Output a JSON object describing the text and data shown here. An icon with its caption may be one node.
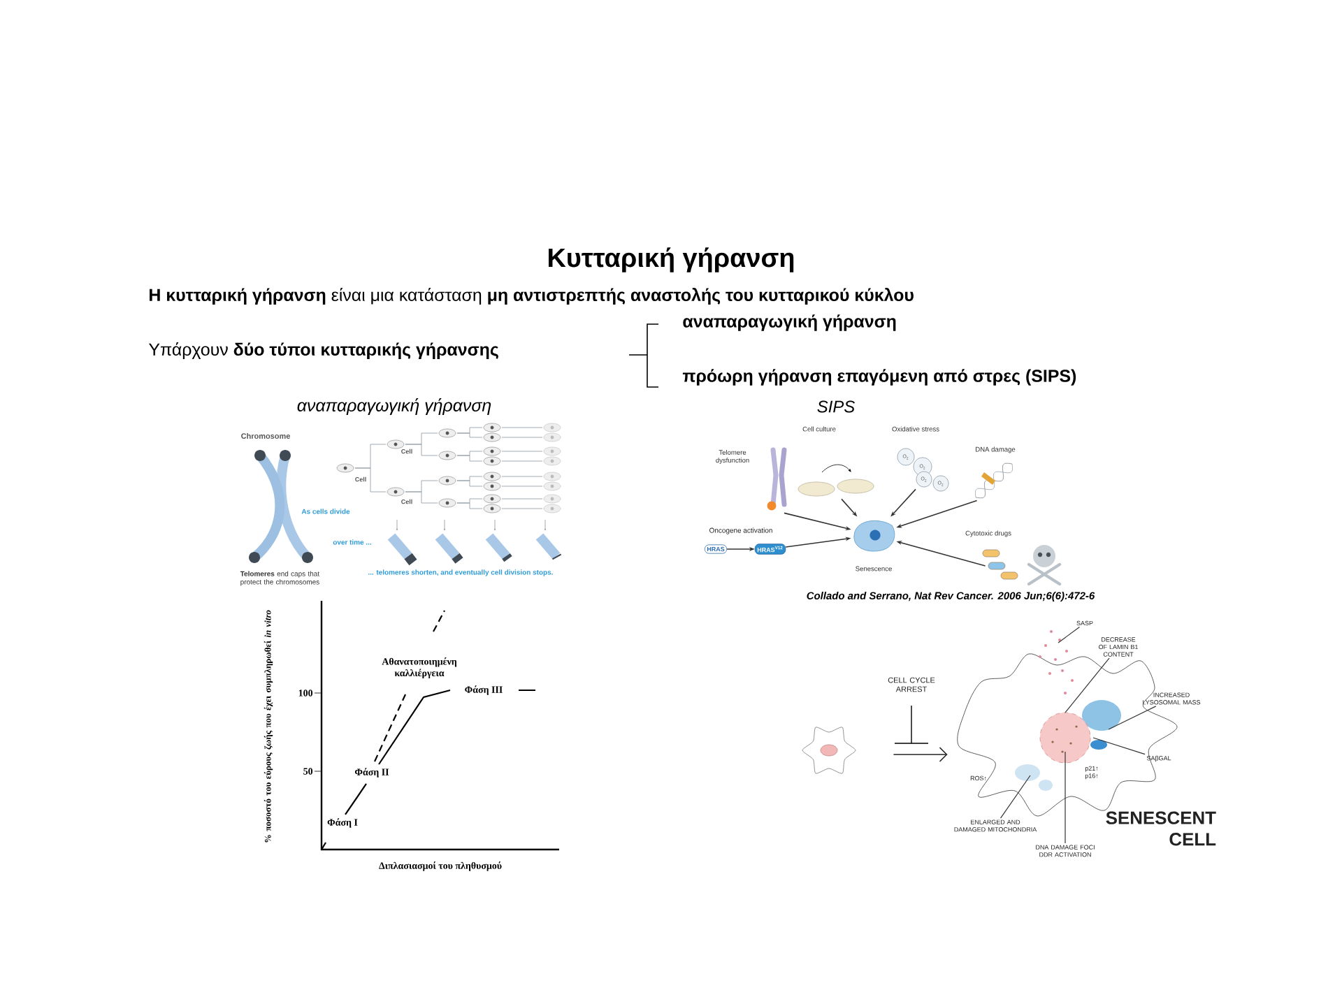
{
  "diagram": {
    "title": "Κυτταρική γήρανση",
    "nodes": [
      {
        "text": [
          "Telomere dysfunction"
        ]
      },
      {
        "text": [
          "Cell culture"
        ]
      },
      {
        "text": [
          "Oxidative stress"
        ]
      },
      {
        "text": [
          "DNA damage"
        ]
      },
      {
        "text": [
          "Oncogene activation"
        ]
      },
      {
        "text": [
          "HRAS"
        ]
      },
      {
        "text": [
          "HRAS$^{V12}$"
        ]
      },
      {
        "text": [
          "Cytotoxic drugs"
        ]
      },
      {
        "text": [
          "Senescence"
        ]
      },
      {
        "text": [],
        "shape": "picture"
      },
      {
        "text": [
          "SENESCENT CELL"
        ]
      },
      {
        "text": [
          "SASP"
        ]
      },
      {
        "text": [
          "DECREASE OF LAMIN B1 CONTENT"
        ]
      },
      {
        "text": [
          "INCREASED LYSOSOMAL MASS"
        ]
      },
      {
        "text": [
          "SAβGAL"
        ]
      },
      {
        "text": [
          "ENLARGED AND DAMAGED MITOCHONDRIA"
        ]
      },
      {
        "text": [
          "DNA DAMAGE FOCI DDR ACTIVATION"
        ]
      }
    ],
    "edges": [
      {
        "from": 0,
        "to": 8,
        "arrow": "to"
      },
      {
        "from": 1,
        "to": 8,
        "arrow": "to"
      },
      {
        "from": 2,
        "to": 8,
        "arrow": "to"
      },
      {
        "from": 3,
        "to": 8,
        "arrow": "to"
      },
      {
        "from": 5,
        "to": 6,
        "arrow": "to"
      },
      {
        "from": 6,
        "to": 8,
        "arrow": "to"
      },
      {
        "from": 7,
        "to": 8,
        "arrow": "to"
      },
      {
        "from": 9,
        "to": 10,
        "arrow": "to"
      },
      {
        "from": 11,
        "to": 10,
        "arrow": "none"
      },
      {
        "from": 12,
        "to": 10,
        "arrow": "none"
      },
      {
        "from": 13,
        "to": 10,
        "arrow": "none"
      },
      {
        "from": 14,
        "to": 10,
        "arrow": "none"
      },
      {
        "from": 15,
        "to": 10,
        "arrow": "none"
      },
      {
        "from": 16,
        "to": 10,
        "arrow": "none"
      }
    ],
    "labels": [
      "**Η κυτταρική γήρανση** είναι μια κατάσταση **μη αντιστρεπτής αναστολής του κυτταρικού κύκλου**",
      "αναπαραγωγική γήρανση",
      "Υπάρχουν **δύο τύποι κυτταρικής γήρανσης**",
      "πρόωρη γήρανση επαγόμενη από στρες (SIPS)",
      "αναπαραγωγική γήρανση",
      "SIPS",
      "Chromosome",
      "Cell",
      "Cell",
      "Cell",
      "As cells divide",
      "over time ...",
      "**Telomeres** end caps that protect the chromosomes",
      "... telomeres shorten, and eventually cell division stops.",
      "O$_{2}$",
      "O$_{2}$",
      "O$_{2}$",
      "O$_{2}$",
      "Collado and Serrano, Nat Rev Cancer. 2006 Jun;6(6):472-6",
      "100",
      "50",
      "% ποσοστό του εύρους ζωής που έχει συμπληρωθεί *in vitro*",
      "Διπλασιασμοί του πληθυσμού",
      "Αθανατοποιημένη καλλιέργεια",
      "Φάση III",
      "Φάση II",
      "Φάση I",
      "CELL CYCLE ARREST",
      "ROS↑",
      "p21↑ p16↑"
    ]
  }
}
